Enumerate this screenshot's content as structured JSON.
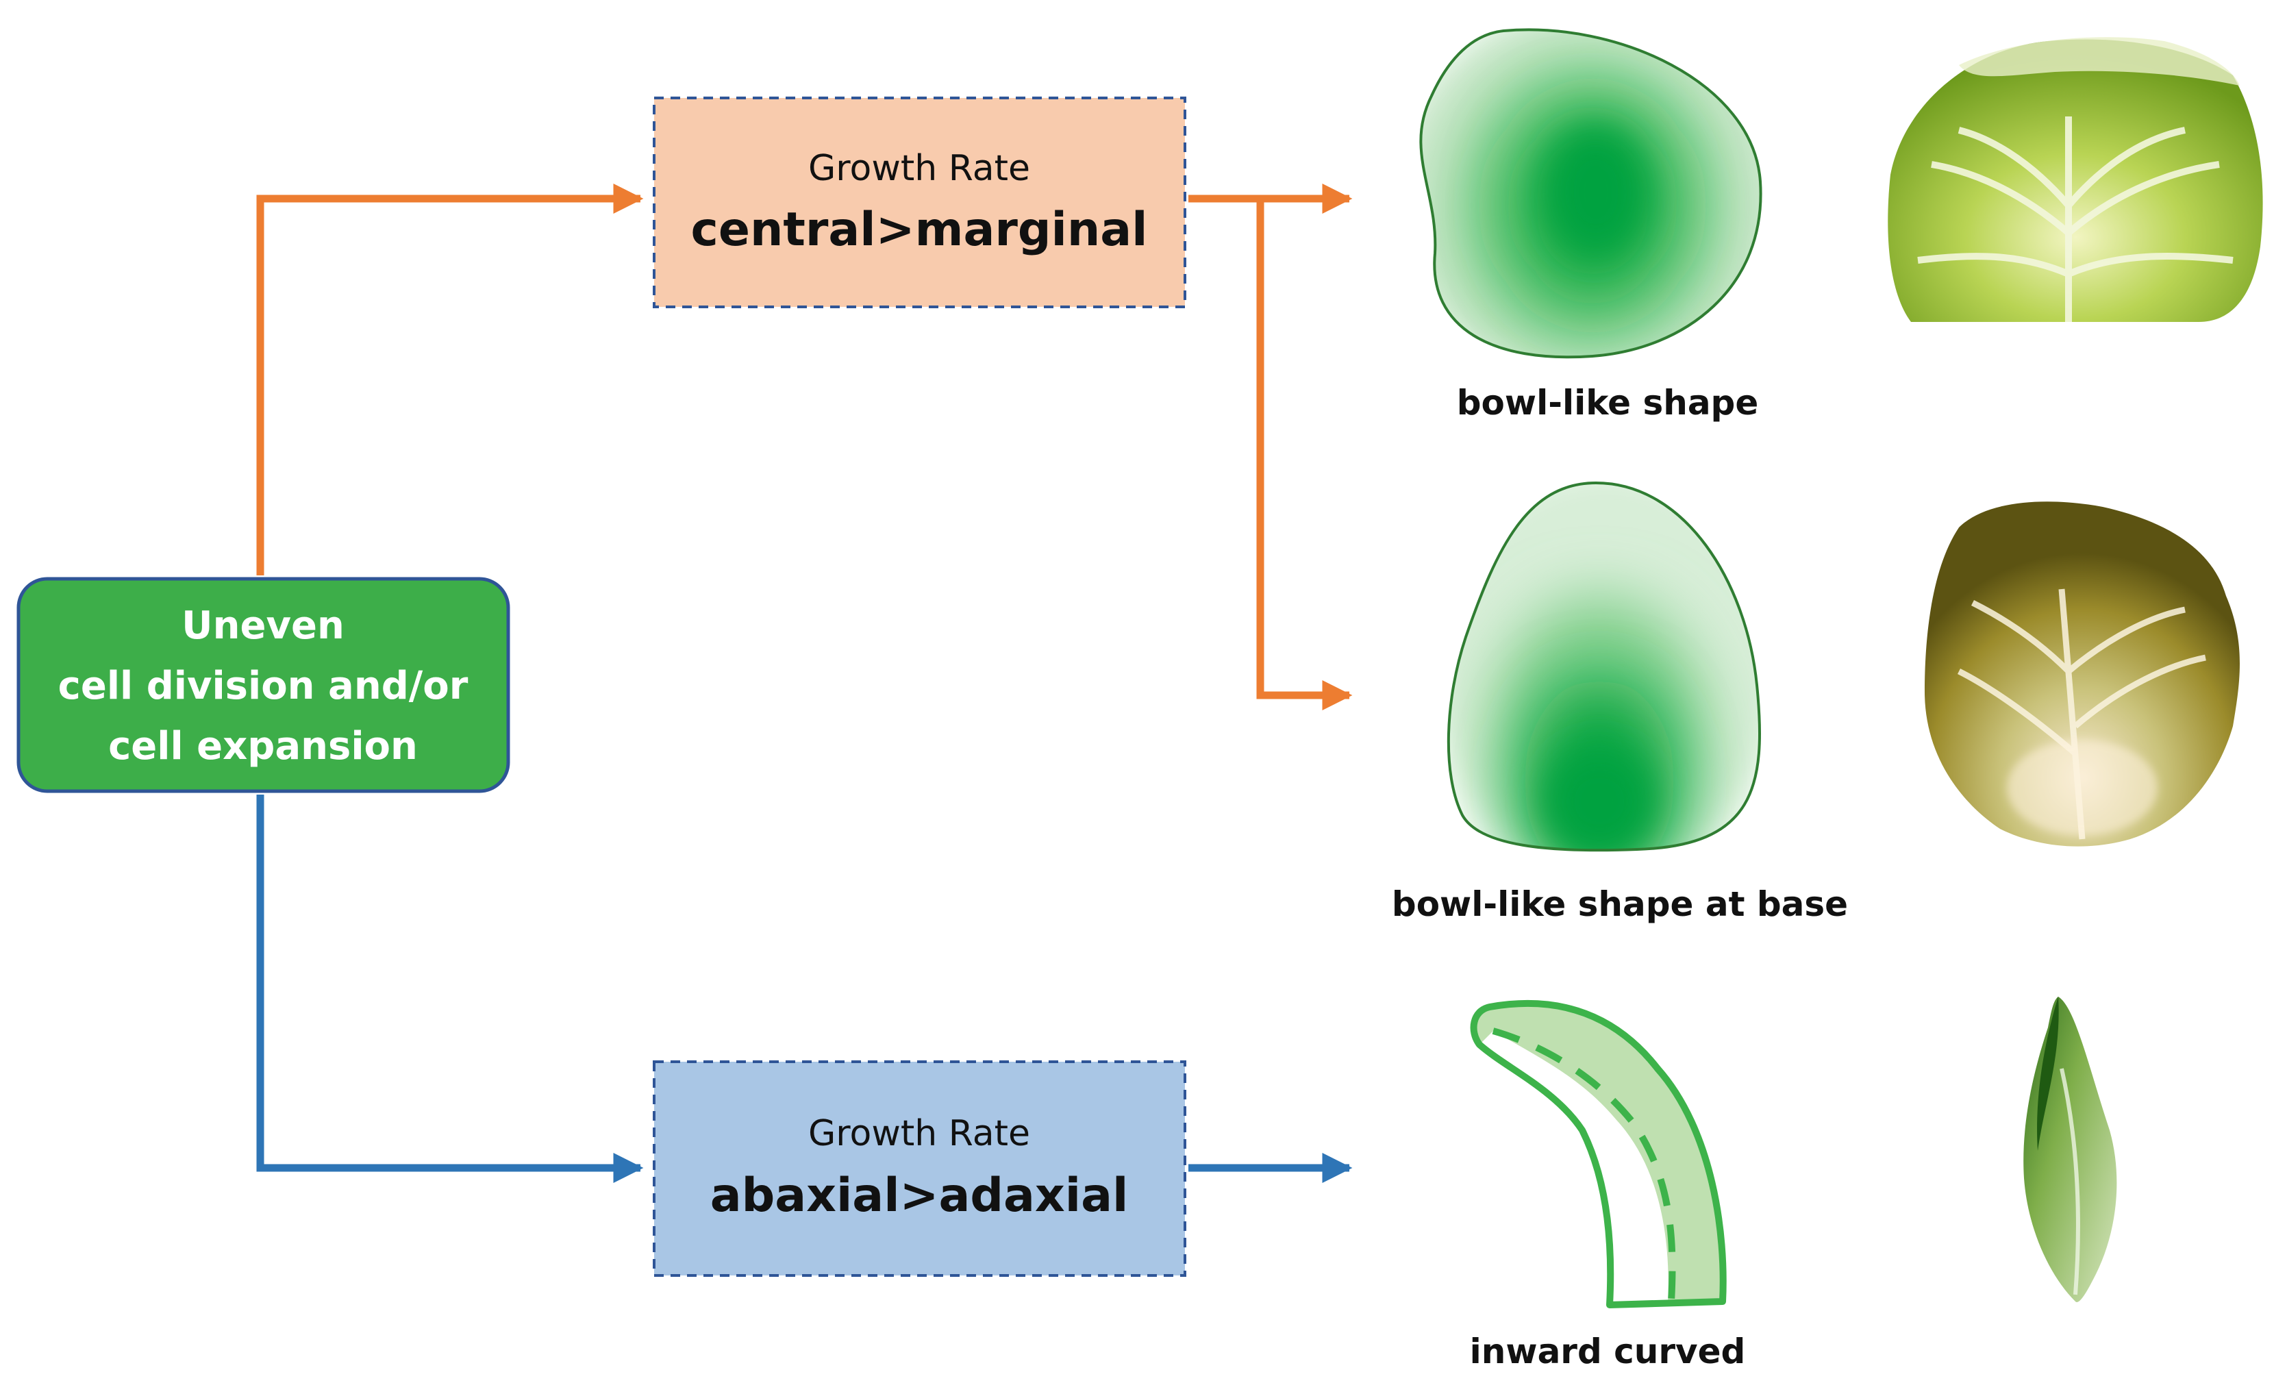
{
  "colors": {
    "orange": "#ED7D31",
    "blue": "#2E75B6",
    "green_box": "#3DAE49",
    "green_box_border": "#2F5597",
    "orange_box_fill": "#F8CBAD",
    "blue_box_fill": "#A9C6E5",
    "leaf_green": "#00A83C"
  },
  "source_node": {
    "line1": "Uneven",
    "line2": "cell division and/or",
    "line3": "cell expansion"
  },
  "top_box": {
    "label": "Growth Rate",
    "value": "central>marginal"
  },
  "bottom_box": {
    "label": "Growth Rate",
    "value": "abaxial>adaxial"
  },
  "outcomes": [
    {
      "caption": "bowl-like shape",
      "icon": "bowl-leaf-diagram",
      "photo": "cabbage-leaf-photo"
    },
    {
      "caption": "bowl-like shape at base",
      "icon": "bowl-base-leaf-diagram",
      "photo": "cabbage-leaf-photo"
    },
    {
      "caption": "inward curved",
      "icon": "curved-leaf-diagram",
      "photo": "rolled-leaf-photo"
    }
  ]
}
